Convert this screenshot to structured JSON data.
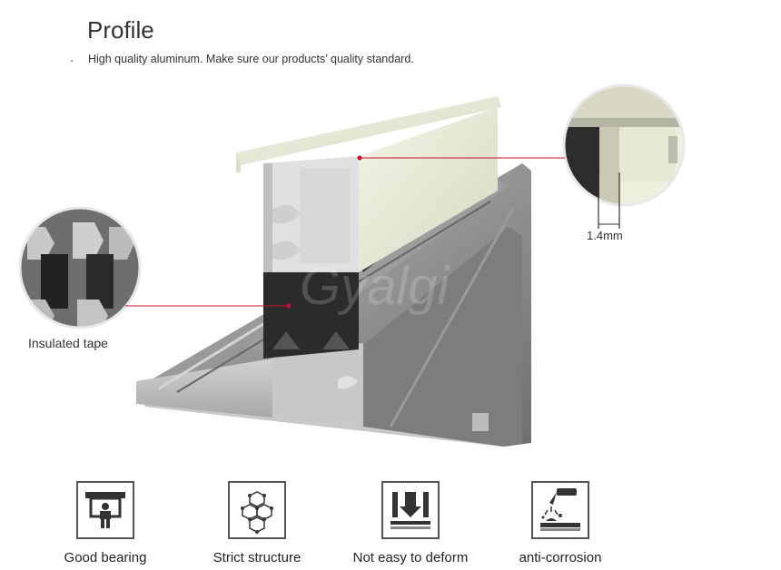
{
  "header": {
    "title": "Profile",
    "subtitle": "High quality aluminum. Make sure our products’ quality standard."
  },
  "callouts": {
    "insulated_tape": "Insulated tape",
    "thickness": "1.4mm"
  },
  "features": [
    {
      "label": "Good bearing",
      "icon": "bearing-icon"
    },
    {
      "label": "Strict structure",
      "icon": "structure-icon"
    },
    {
      "label": "Not easy to deform",
      "icon": "deform-icon"
    },
    {
      "label": "anti-corrosion",
      "icon": "corrosion-icon"
    }
  ],
  "colors": {
    "callout_line": "#c8102e",
    "profile_cream": "#eceedd",
    "profile_grey": "#8a8a8a"
  }
}
